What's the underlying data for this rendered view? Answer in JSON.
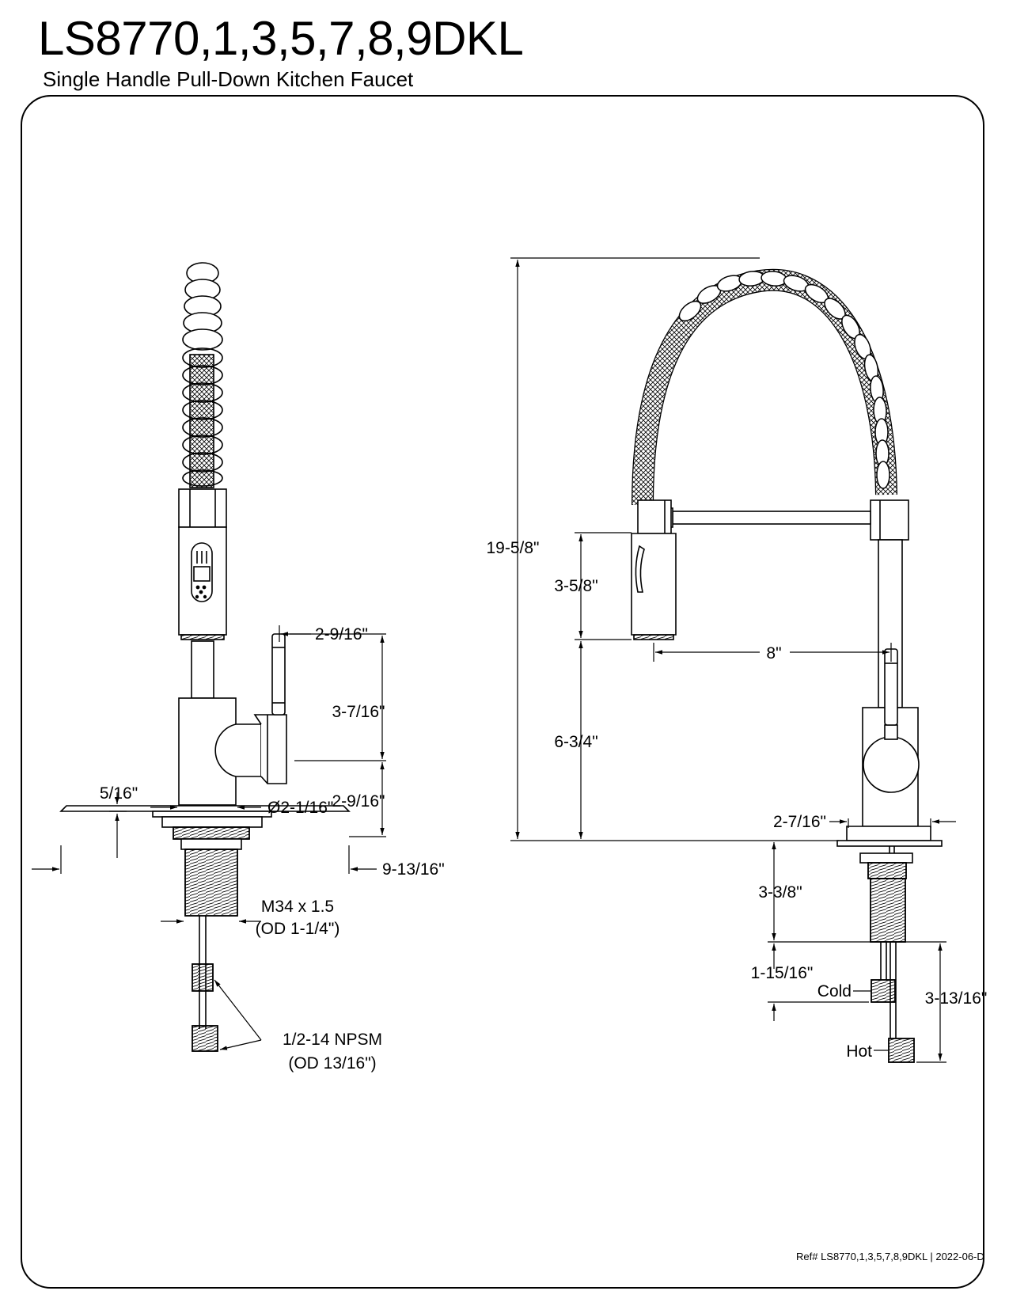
{
  "header": {
    "title": "LS8770,1,3,5,7,8,9DKL",
    "subtitle": "Single Handle Pull-Down Kitchen Faucet"
  },
  "side_view": {
    "dims": {
      "handle_offset": "2-9/16\"",
      "handle_height": "3-7/16\"",
      "handle_base": "2-9/16\"",
      "plate_thickness": "5/16\"",
      "body_diameter": "Ø2-1/16\"",
      "plate_width": "9-13/16\""
    },
    "thread_label": [
      "M34 x 1.5",
      "(OD 1-1/4\")"
    ],
    "supply_label": [
      "1/2-14 NPSM",
      "(OD 13/16\")"
    ]
  },
  "front_view": {
    "dims": {
      "overall_height": "19-5/8\"",
      "sprayer_length": "3-5/8\"",
      "spout_reach": "8\"",
      "spout_height": "6-3/4\"",
      "base_diameter": "2-7/16\"",
      "shank_length": "3-3/8\"",
      "cold_line": "1-15/16\"",
      "hot_line": "3-13/16\""
    },
    "cold_label": "Cold",
    "hot_label": "Hot"
  },
  "footer": {
    "ref": "Ref# LS8770,1,3,5,7,8,9DKL | 2022-06-D"
  }
}
